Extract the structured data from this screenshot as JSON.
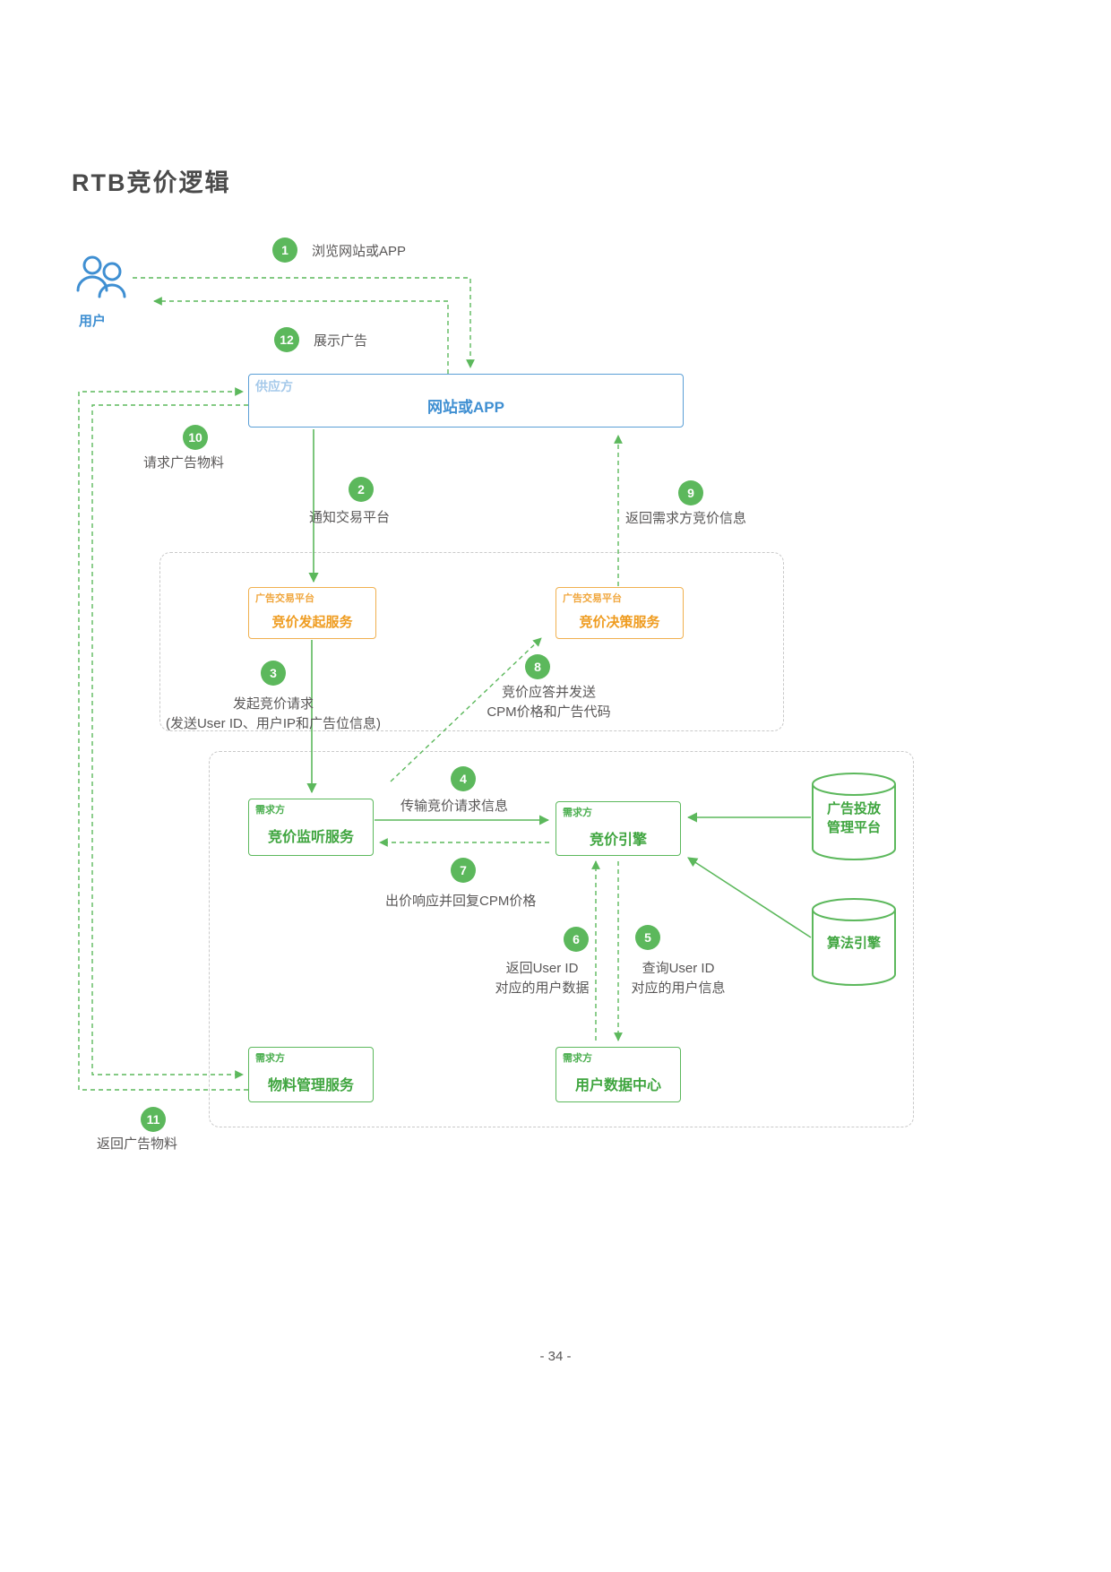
{
  "page": {
    "title": "RTB竞价逻辑",
    "page_number": "- 34 -"
  },
  "user": {
    "label": "用户"
  },
  "nodes": {
    "website": {
      "tag": "供应方",
      "title": "网站或APP"
    },
    "bid_initiate": {
      "tag": "广告交易平台",
      "title": "竞价发起服务"
    },
    "bid_decision": {
      "tag": "广告交易平台",
      "title": "竞价决策服务"
    },
    "bid_listener": {
      "tag": "需求方",
      "title": "竞价监听服务"
    },
    "bid_engine": {
      "tag": "需求方",
      "title": "竞价引擎"
    },
    "material_service": {
      "tag": "需求方",
      "title": "物料管理服务"
    },
    "user_data_center": {
      "tag": "需求方",
      "title": "用户数据中心"
    },
    "ad_delivery_platform": {
      "title": "广告投放\n管理平台"
    },
    "algorithm_engine": {
      "title": "算法引擎"
    }
  },
  "steps": {
    "s1": {
      "num": "1",
      "label": "浏览网站或APP"
    },
    "s2": {
      "num": "2",
      "label": "通知交易平台"
    },
    "s3": {
      "num": "3",
      "label": "发起竞价请求\n(发送User ID、用户IP和广告位信息)"
    },
    "s4": {
      "num": "4",
      "label": "传输竞价请求信息"
    },
    "s5": {
      "num": "5",
      "label": "查询User ID\n对应的用户信息"
    },
    "s6": {
      "num": "6",
      "label": "返回User ID\n对应的用户数据"
    },
    "s7": {
      "num": "7",
      "label": "出价响应并回复CPM价格"
    },
    "s8": {
      "num": "8",
      "label": "竞价应答并发送\nCPM价格和广告代码"
    },
    "s9": {
      "num": "9",
      "label": "返回需求方竞价信息"
    },
    "s10": {
      "num": "10",
      "label": "请求广告物料"
    },
    "s11": {
      "num": "11",
      "label": "返回广告物料"
    },
    "s12": {
      "num": "12",
      "label": "展示广告"
    }
  },
  "colors": {
    "green": "#5cb85c",
    "blue": "#3f8fd2",
    "orange": "#f0a63c",
    "gray_text": "#595757"
  }
}
